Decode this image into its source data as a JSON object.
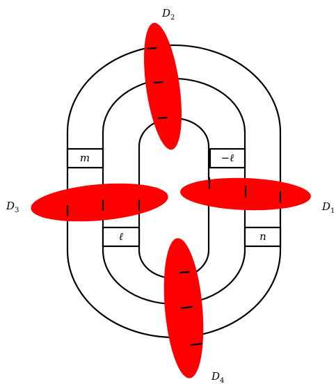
{
  "disks": [
    {
      "name": "D",
      "sub": "1",
      "color": "#ff0000"
    },
    {
      "name": "D",
      "sub": "2",
      "color": "#ff0000"
    },
    {
      "name": "D",
      "sub": "3",
      "color": "#ff0000"
    },
    {
      "name": "D",
      "sub": "4",
      "color": "#ff0000"
    }
  ],
  "twist_boxes": {
    "top_left": "m",
    "top_right": "−ℓ",
    "bottom_left": "ℓ",
    "bottom_right": "n"
  },
  "colors": {
    "strand": "#000000",
    "disk": "#ff0000"
  }
}
